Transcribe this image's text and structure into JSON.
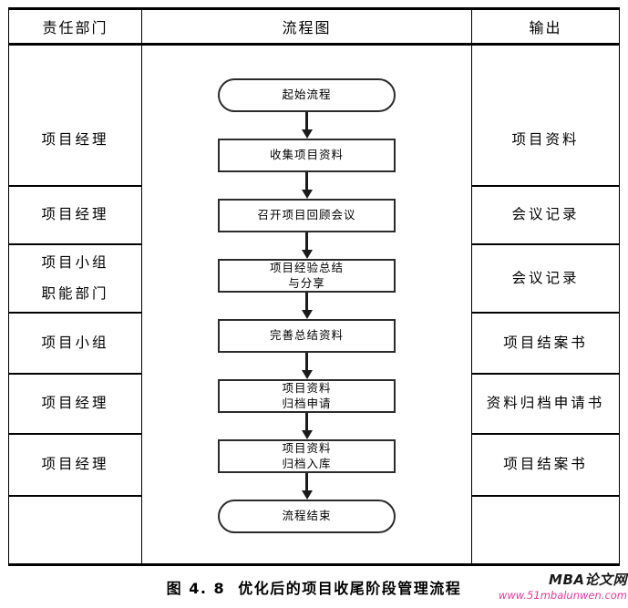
{
  "table": {
    "headers": [
      "责任部门",
      "流程图",
      "输出"
    ],
    "rows": [
      {
        "department": "项目经理",
        "output": "项目资料"
      },
      {
        "department": "项目经理",
        "output": "会议记录"
      },
      {
        "department": "项目小组\n职能部门",
        "output": "会议记录"
      },
      {
        "department": "项目小组",
        "output": "项目结案书"
      },
      {
        "department": "项目经理",
        "output": "资料归档申请书"
      },
      {
        "department": "项目经理",
        "output": "项目结案书"
      },
      {
        "department": "",
        "output": ""
      }
    ]
  },
  "flowchart": {
    "nodes": [
      {
        "type": "terminator",
        "label": "起始流程"
      },
      {
        "type": "process",
        "label": "收集项目资料"
      },
      {
        "type": "process",
        "label": "召开项目回顾会议"
      },
      {
        "type": "process",
        "label": "项目经验总结\n与分享"
      },
      {
        "type": "process",
        "label": "完善总结资料"
      },
      {
        "type": "process",
        "label": "项目资料\n归档申请"
      },
      {
        "type": "process",
        "label": "项目资料\n归档入库"
      },
      {
        "type": "terminator",
        "label": "流程结束"
      }
    ]
  },
  "caption": "图 4. 8  优化后的项目收尾阶段管理流程",
  "watermark": {
    "site_name": "MBA论文网",
    "site_url": "www.51mbalunwen.com",
    "name_color": "#1a1a1a",
    "url_color": "#e6399b"
  },
  "colors": {
    "line": "#000000",
    "background": "#ffffff"
  }
}
